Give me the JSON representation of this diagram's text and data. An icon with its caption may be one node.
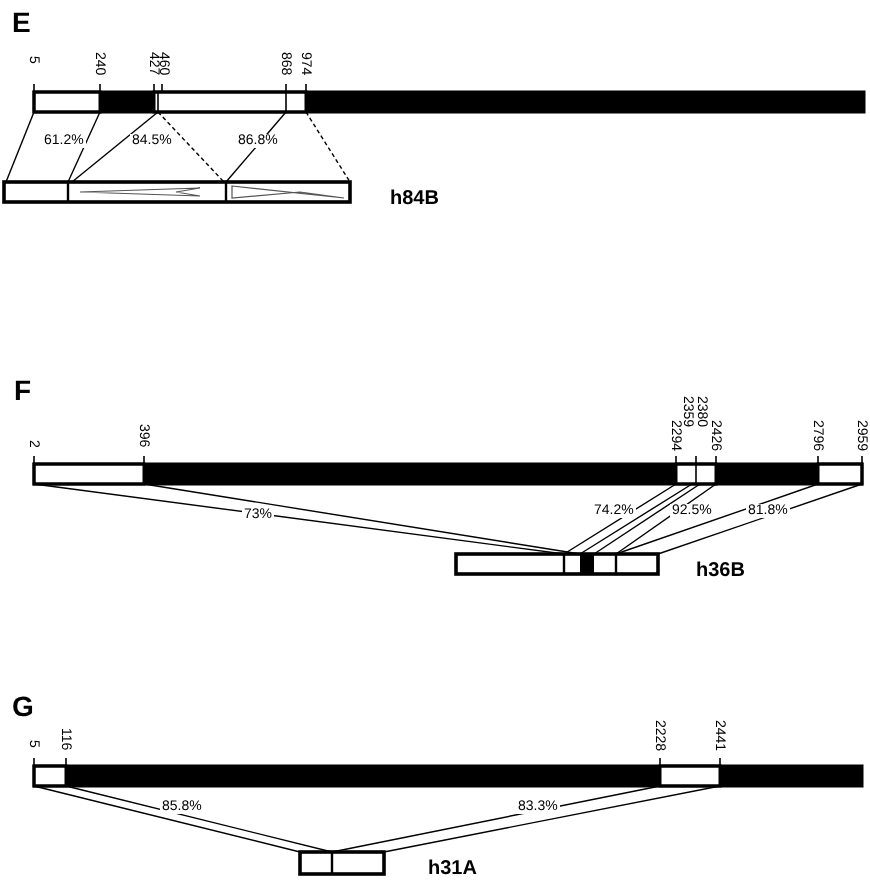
{
  "diagram": {
    "nodes": [
      {
        "text": [],
        "shape": "bar"
      },
      {
        "text": [],
        "shape": "bar"
      },
      {
        "text": [],
        "shape": "bar"
      },
      {
        "text": [],
        "shape": "bar"
      },
      {
        "text": [],
        "shape": "bar"
      },
      {
        "text": [],
        "shape": "bar"
      }
    ],
    "edges": [
      {
        "from": 0,
        "to": 1,
        "arrow": "none"
      },
      {
        "from": 0,
        "to": 1,
        "arrow": "none"
      },
      {
        "from": 0,
        "to": 1,
        "arrow": "none"
      },
      {
        "from": 0,
        "to": 1,
        "arrow": "none",
        "style": "dashed"
      },
      {
        "from": 0,
        "to": 1,
        "arrow": "none"
      },
      {
        "from": 0,
        "to": 1,
        "arrow": "none",
        "style": "dashed"
      },
      {
        "from": 2,
        "to": 3,
        "arrow": "none"
      },
      {
        "from": 2,
        "to": 3,
        "arrow": "none"
      },
      {
        "from": 2,
        "to": 3,
        "arrow": "none"
      },
      {
        "from": 2,
        "to": 3,
        "arrow": "none"
      },
      {
        "from": 2,
        "to": 3,
        "arrow": "none"
      },
      {
        "from": 2,
        "to": 3,
        "arrow": "none"
      },
      {
        "from": 2,
        "to": 3,
        "arrow": "none"
      },
      {
        "from": 2,
        "to": 3,
        "arrow": "none"
      },
      {
        "from": 4,
        "to": 5,
        "arrow": "none"
      },
      {
        "from": 4,
        "to": 5,
        "arrow": "none"
      },
      {
        "from": 4,
        "to": 5,
        "arrow": "none"
      },
      {
        "from": 4,
        "to": 5,
        "arrow": "none"
      }
    ],
    "labels": [
      "E",
      "5",
      "240",
      "427",
      "460",
      "868",
      "974",
      "61.2%",
      "84.5%",
      "86.8%",
      "h84B",
      "F",
      "2",
      "396",
      "2294",
      "2359",
      "2380",
      "2426",
      "2796",
      "2959",
      "73%",
      "74.2%",
      "92.5%",
      "81.8%",
      "h36B",
      "G",
      "5",
      "116",
      "2228",
      "2441",
      "85.8%",
      "83.3%",
      "h31A"
    ]
  }
}
